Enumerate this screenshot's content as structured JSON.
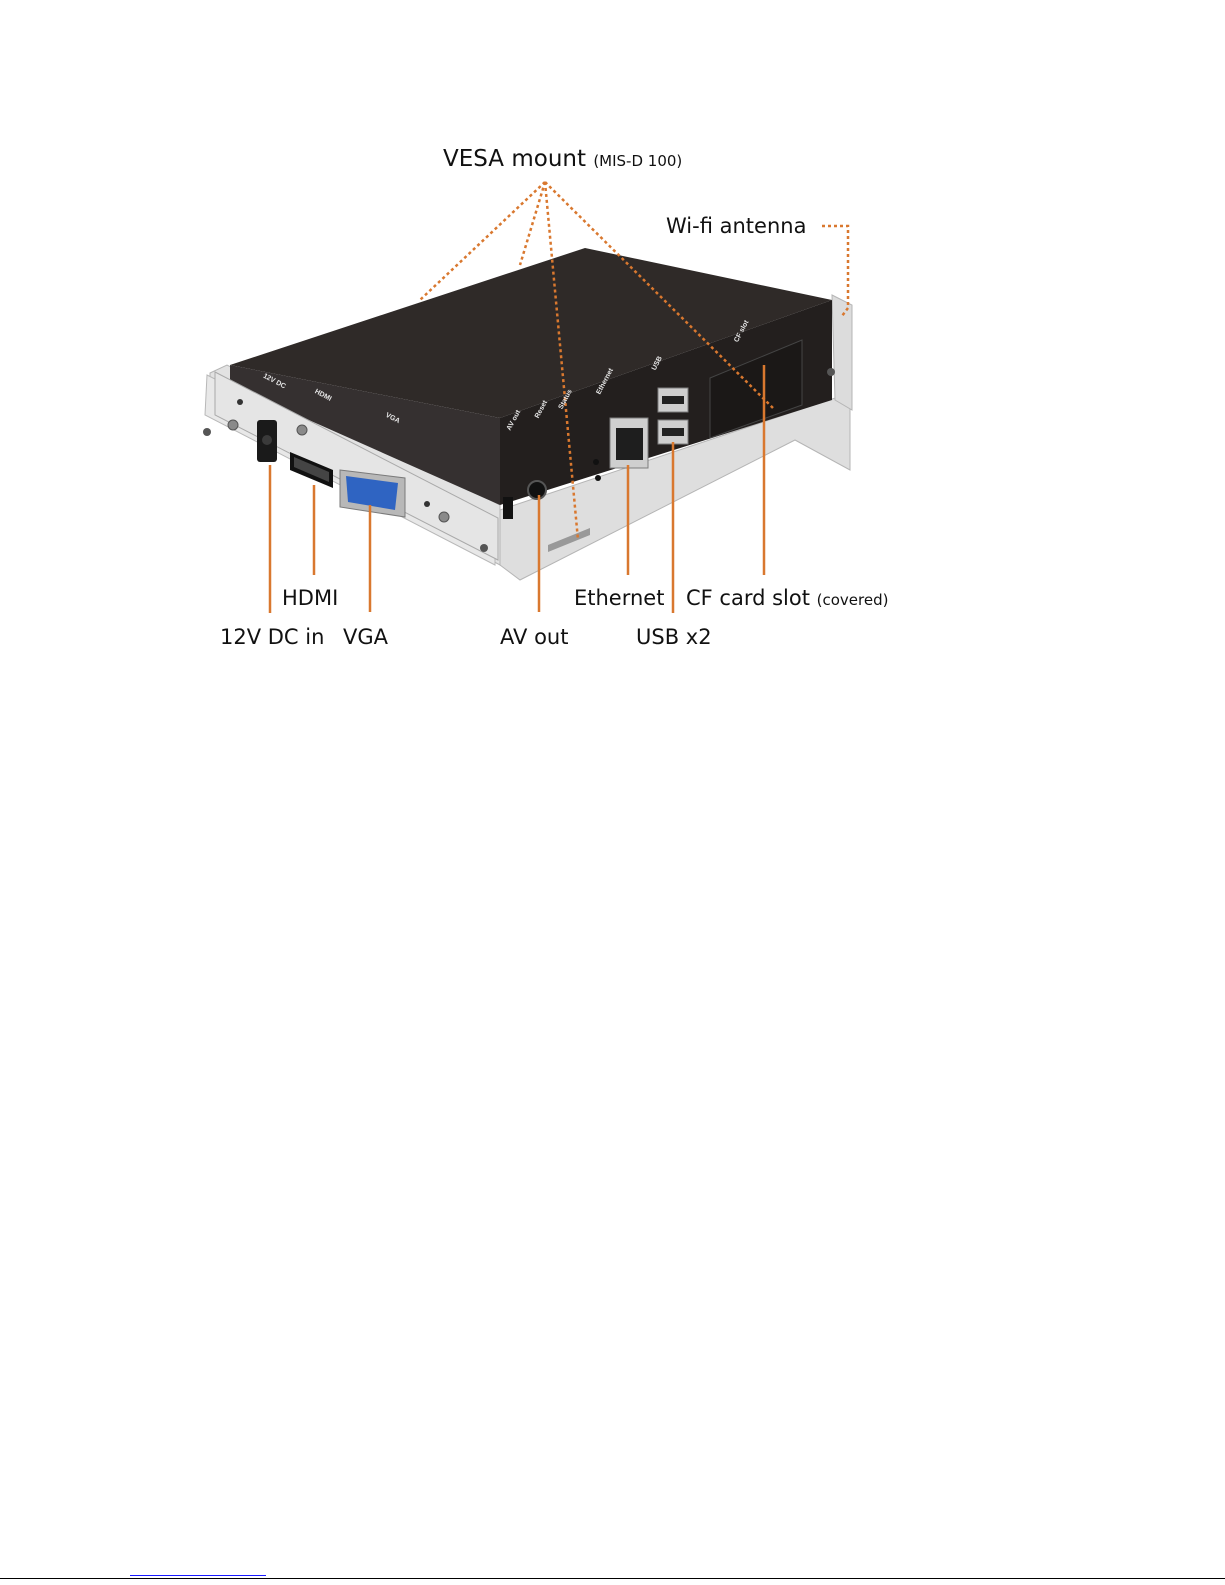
{
  "callouts": {
    "vesa_mount": "VESA mount",
    "vesa_model": "(MIS-D 100)",
    "wifi_antenna": "Wi-fi antenna",
    "hdmi": "HDMI",
    "dc_in": "12V DC in",
    "vga": "VGA",
    "av_out": "AV out",
    "ethernet": "Ethernet",
    "cf_slot": "CF card slot",
    "cf_slot_note": "(covered)",
    "usb": "USB x2"
  },
  "panel_print": {
    "dc": "12V DC",
    "hdmi": "HDMI",
    "vga": "VGA",
    "av_out": "AV out",
    "reset": "Reset",
    "status": "Status",
    "ethernet": "Ethernet",
    "usb": "USB",
    "cf_slot": "CF slot"
  },
  "colors": {
    "callout_line": "#d9782f",
    "device_body": "#2b2624",
    "bracket": "#e2e2e2",
    "vga_port": "#2f64c2",
    "footer_link": "#1a1aff"
  }
}
